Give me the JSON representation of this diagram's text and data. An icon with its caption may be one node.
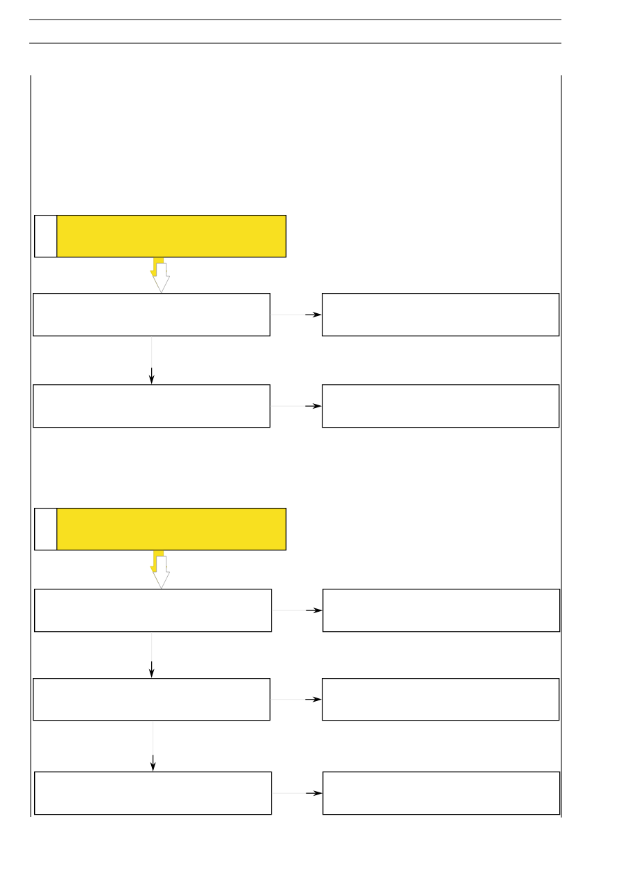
{
  "diagram": {
    "nodes": [
      {
        "text": [],
        "shape": "box"
      },
      {
        "text": [],
        "shape": "box"
      },
      {
        "text": [],
        "shape": "box"
      },
      {
        "text": [],
        "shape": "box"
      },
      {
        "text": [],
        "shape": "box"
      },
      {
        "text": [],
        "shape": "box"
      },
      {
        "text": [],
        "shape": "box"
      },
      {
        "text": [],
        "shape": "box"
      },
      {
        "text": [],
        "shape": "box"
      },
      {
        "text": [],
        "shape": "box"
      },
      {
        "text": [],
        "shape": "box"
      },
      {
        "text": [],
        "shape": "box"
      }
    ],
    "edges": [
      {
        "from": 0,
        "to": 1,
        "arrow": "to",
        "style": "thick"
      },
      {
        "from": 1,
        "to": 2,
        "arrow": "to"
      },
      {
        "from": 1,
        "to": 3,
        "arrow": "to"
      },
      {
        "from": 3,
        "to": 4,
        "arrow": "to"
      },
      {
        "from": 5,
        "to": 6,
        "arrow": "to",
        "style": "thick"
      },
      {
        "from": 6,
        "to": 7,
        "arrow": "to"
      },
      {
        "from": 6,
        "to": 8,
        "arrow": "to"
      },
      {
        "from": 8,
        "to": 9,
        "arrow": "to"
      },
      {
        "from": 8,
        "to": 10,
        "arrow": "to"
      },
      {
        "from": 10,
        "to": 11,
        "arrow": "to"
      }
    ]
  }
}
